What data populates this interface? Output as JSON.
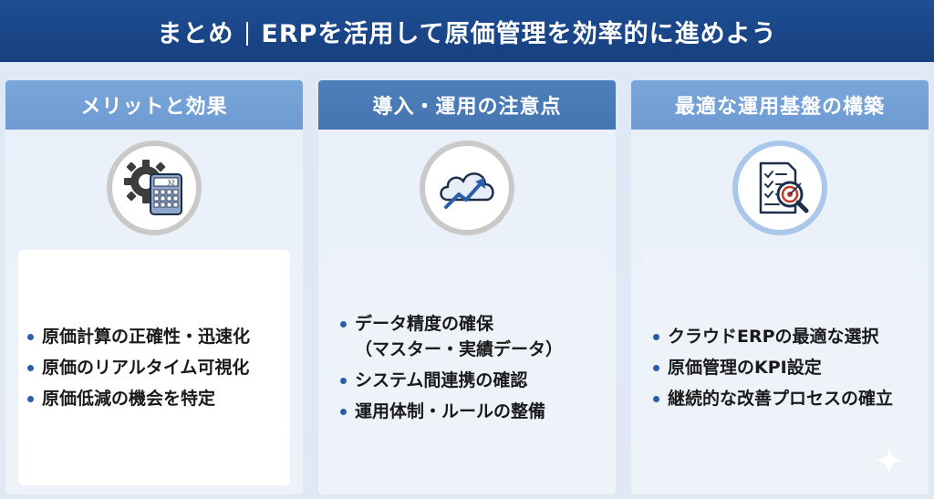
{
  "banner": {
    "title_left": "まとめ",
    "title_right": "ERPを活用して原価管理を効率的に進めよう"
  },
  "columns": [
    {
      "heading": "メリットと効果",
      "icon": "gear-calculator-icon",
      "calculator_display": "32",
      "items": [
        "原価計算の正確性・迅速化",
        "原価のリアルタイム可視化",
        "原価低減の機会を特定"
      ]
    },
    {
      "heading": "導入・運用の注意点",
      "icon": "cloud-growth-arrow-icon",
      "items": [
        "データ精度の確保\n（マスター・実績データ）",
        "システム間連携の確認",
        "運用体制・ルールの整備"
      ]
    },
    {
      "heading": "最適な運用基盤の構築",
      "icon": "checklist-target-magnifier-icon",
      "items": [
        "クラウドERPの最適な選択",
        "原価管理のKPI設定",
        "継続的な改善プロセスの確立"
      ]
    }
  ],
  "colors": {
    "banner": "#1e4f95",
    "header_light": "#7aa7da",
    "header_dark": "#4f7fba",
    "bullet": "#2a5ea8"
  }
}
